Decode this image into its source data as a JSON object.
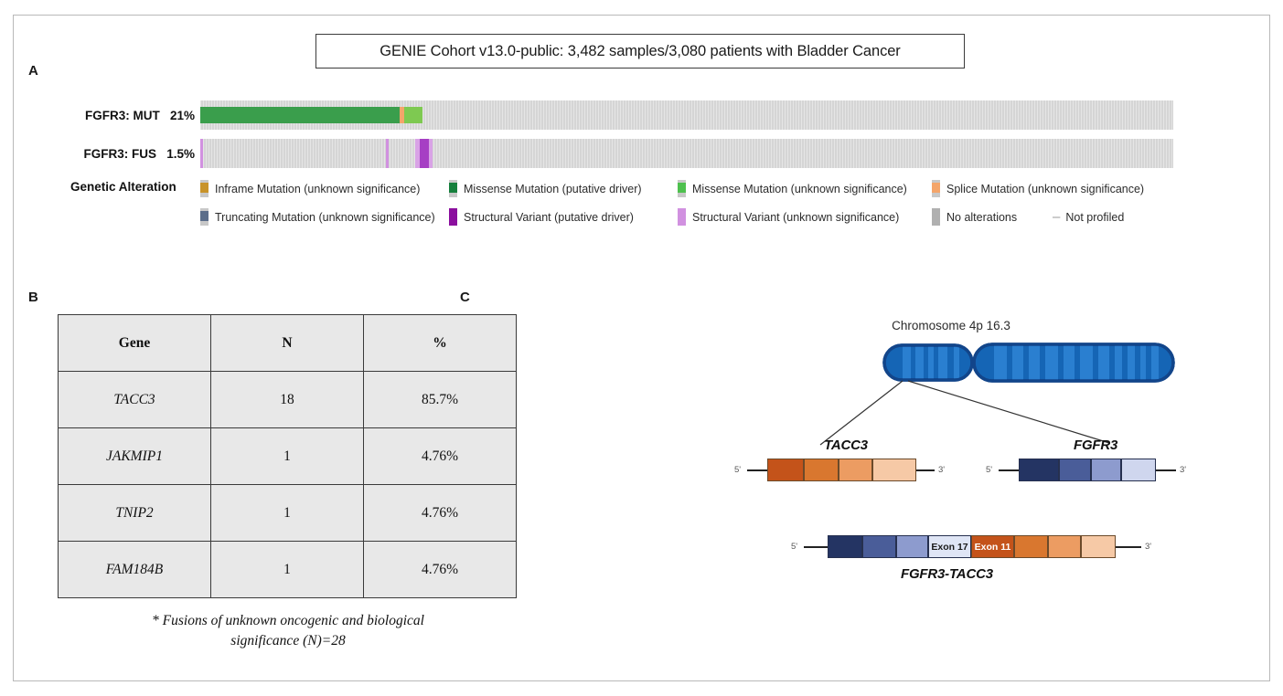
{
  "panels": {
    "a": "A",
    "b": "B",
    "c": "C"
  },
  "panel_a": {
    "title": "GENIE Cohort v13.0-public: 3,482 samples/3,080 patients with Bladder Cancer",
    "tracks": [
      {
        "label": "FGFR3: MUT   21%",
        "gene": "FGFR3",
        "alteration": "MUT",
        "percent": "21%"
      },
      {
        "label": "FGFR3: FUS   1.5%",
        "gene": "FGFR3",
        "alteration": "FUS",
        "percent": "1.5%"
      }
    ],
    "legend_title": "Genetic Alteration",
    "legend": [
      {
        "label": "Inframe Mutation (unknown significance)",
        "color": "#c8932a",
        "style": "band"
      },
      {
        "label": "Missense Mutation (putative driver)",
        "color": "#17803d",
        "style": "band"
      },
      {
        "label": "Missense Mutation (unknown significance)",
        "color": "#4ec04e",
        "style": "band"
      },
      {
        "label": "Splice Mutation (unknown significance)",
        "color": "#f4a56a",
        "style": "band"
      },
      {
        "label": "Truncating Mutation (unknown significance)",
        "color": "#5b6d8a",
        "style": "band"
      },
      {
        "label": "Structural Variant (putative driver)",
        "color": "#8b0f9e",
        "style": "full"
      },
      {
        "label": "Structural Variant (unknown significance)",
        "color": "#d191e0",
        "style": "full"
      },
      {
        "label": "No alterations",
        "color": "#b0b0b0",
        "style": "plain-gray"
      },
      {
        "label": "Not profiled",
        "color": "#999999",
        "style": "dash"
      }
    ]
  },
  "panel_b": {
    "columns": [
      "Gene",
      "N",
      "%"
    ],
    "rows": [
      {
        "gene": "TACC3",
        "n": "18",
        "pct": "85.7%"
      },
      {
        "gene": "JAKMIP1",
        "n": "1",
        "pct": "4.76%"
      },
      {
        "gene": "TNIP2",
        "n": "1",
        "pct": "4.76%"
      },
      {
        "gene": "FAM184B",
        "n": "1",
        "pct": "4.76%"
      }
    ],
    "footnote": "* Fusions of unknown oncogenic and biological significance (N)=28"
  },
  "panel_c": {
    "chromosome_title": "Chromosome 4p 16.3",
    "gene_left": {
      "name": "TACC3",
      "five_prime": "5'",
      "three_prime": "3'"
    },
    "gene_right": {
      "name": "FGFR3",
      "five_prime": "5'",
      "three_prime": "3'"
    },
    "fusion": {
      "name": "FGFR3-TACC3",
      "five_prime": "5'",
      "three_prime": "3'",
      "breakpoint_left": "Exon 17",
      "breakpoint_right": "Exon 11"
    },
    "colors": {
      "tacc3": [
        "#c4531a",
        "#d9772f",
        "#ec9c62",
        "#f6c9a6"
      ],
      "fgfr3": [
        "#243463",
        "#4a5d99",
        "#8d9bce",
        "#cfd6ee"
      ],
      "chromosome": "#1565b5",
      "chromosome_outline": "#12458a"
    }
  }
}
